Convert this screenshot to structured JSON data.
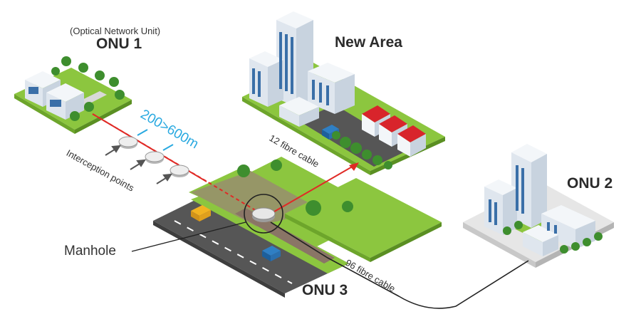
{
  "labels": {
    "onu1_sub": "(Optical Network Unit)",
    "onu1": "ONU 1",
    "new_area": "New Area",
    "onu2": "ONU 2",
    "onu3": "ONU 3",
    "distance": "200>600m",
    "interception": "Interception points",
    "cable12": "12 fibre cable",
    "cable96": "96 fibre cable",
    "manhole": "Manhole"
  },
  "colors": {
    "grass": "#8cc63f",
    "grass_dark": "#6da52b",
    "soil": "#8a7566",
    "road": "#565656",
    "fibre_red": "#e02a26",
    "accent_blue": "#29a9e0",
    "building": "#e9eef4",
    "window": "#3a6fa8",
    "roof_red": "#d8242b"
  }
}
